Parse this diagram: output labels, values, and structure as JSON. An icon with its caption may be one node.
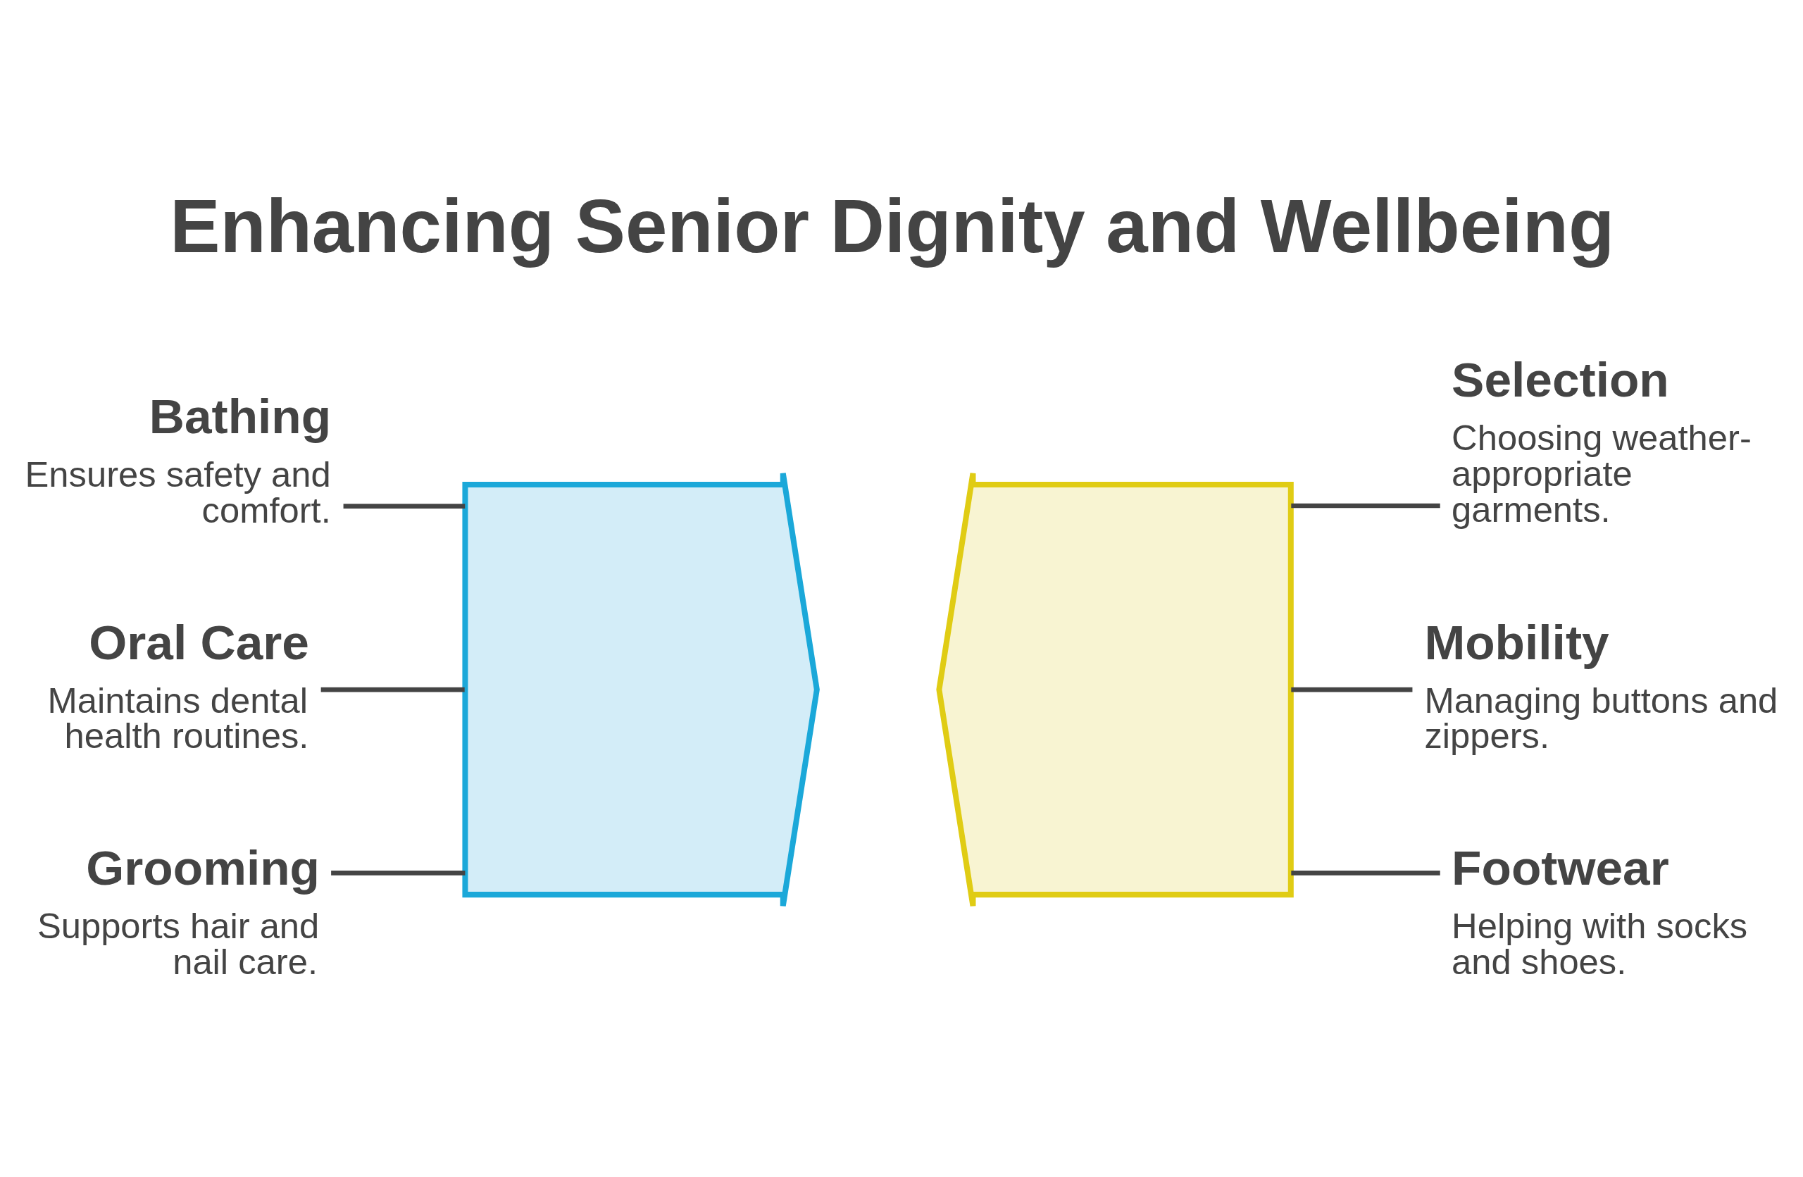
{
  "diagram": {
    "title": "Enhancing Senior Dignity and Wellbeing",
    "nodes": [
      {
        "text": [
          "Bathing",
          "Ensures safety and comfort."
        ]
      },
      {
        "text": [
          "Oral Care",
          "Maintains dental health routines."
        ]
      },
      {
        "text": [
          "Grooming",
          "Supports hair and nail care."
        ]
      },
      {
        "text": [],
        "shape": "arrow"
      },
      {
        "text": [],
        "shape": "arrow"
      },
      {
        "text": [
          "Selection",
          "Choosing weather-appropriate garments."
        ]
      },
      {
        "text": [
          "Mobility",
          "Managing buttons and zippers."
        ]
      },
      {
        "text": [
          "Footwear",
          "Helping with socks and shoes."
        ]
      }
    ],
    "edges": [
      {
        "from": 0,
        "to": 3,
        "arrow": "none"
      },
      {
        "from": 1,
        "to": 3,
        "arrow": "none"
      },
      {
        "from": 2,
        "to": 3,
        "arrow": "none"
      },
      {
        "from": 4,
        "to": 5,
        "arrow": "none"
      },
      {
        "from": 4,
        "to": 6,
        "arrow": "none"
      },
      {
        "from": 4,
        "to": 7,
        "arrow": "none"
      }
    ]
  }
}
